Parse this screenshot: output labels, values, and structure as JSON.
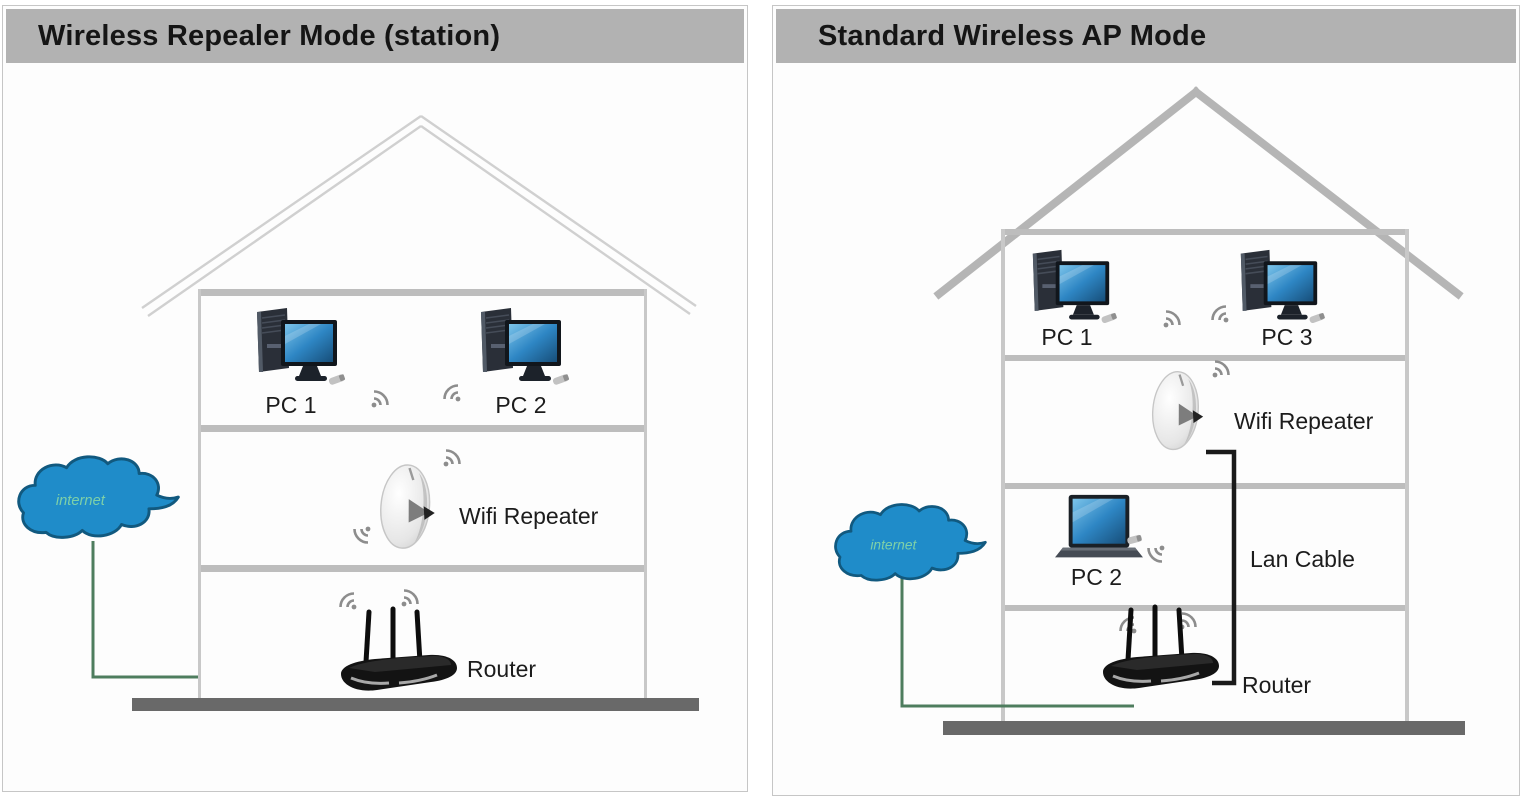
{
  "left_panel": {
    "title": "Wireless Repealer Mode (station)",
    "cloud_label": "internet",
    "devices": {
      "pc1": "PC 1",
      "pc2": "PC 2",
      "repeater": "Wifi Repeater",
      "router": "Router"
    }
  },
  "right_panel": {
    "title": "Standard Wireless AP Mode",
    "cloud_label": "internet",
    "devices": {
      "pc1": "PC 1",
      "pc3": "PC 3",
      "repeater": "Wifi Repeater",
      "pc2": "PC 2",
      "lan_cable": "Lan Cable",
      "router": "Router"
    }
  },
  "colors": {
    "header_bg": "#b2b2b2",
    "panel_bg": "#fdfdfd",
    "panel_border": "#c6c6c6",
    "roof_left_double_line": "#d0d0d0",
    "roof_right_solid": "#b5b5b5",
    "floor_bar": "#bdbdbd",
    "wall_line": "#c8c8c8",
    "ground_bar": "#696969",
    "cloud_fill": "#1f8cc9",
    "cloud_outline": "#11597f",
    "cloud_text": "#7ed0a8",
    "internet_line_green": "#4e7d5e",
    "lan_cable_black": "#1a1a1a",
    "wifi_signal_gray": "#8d8d8d",
    "label_text": "#1c1c1c",
    "pc_screen_blue": "#2e86c4"
  }
}
